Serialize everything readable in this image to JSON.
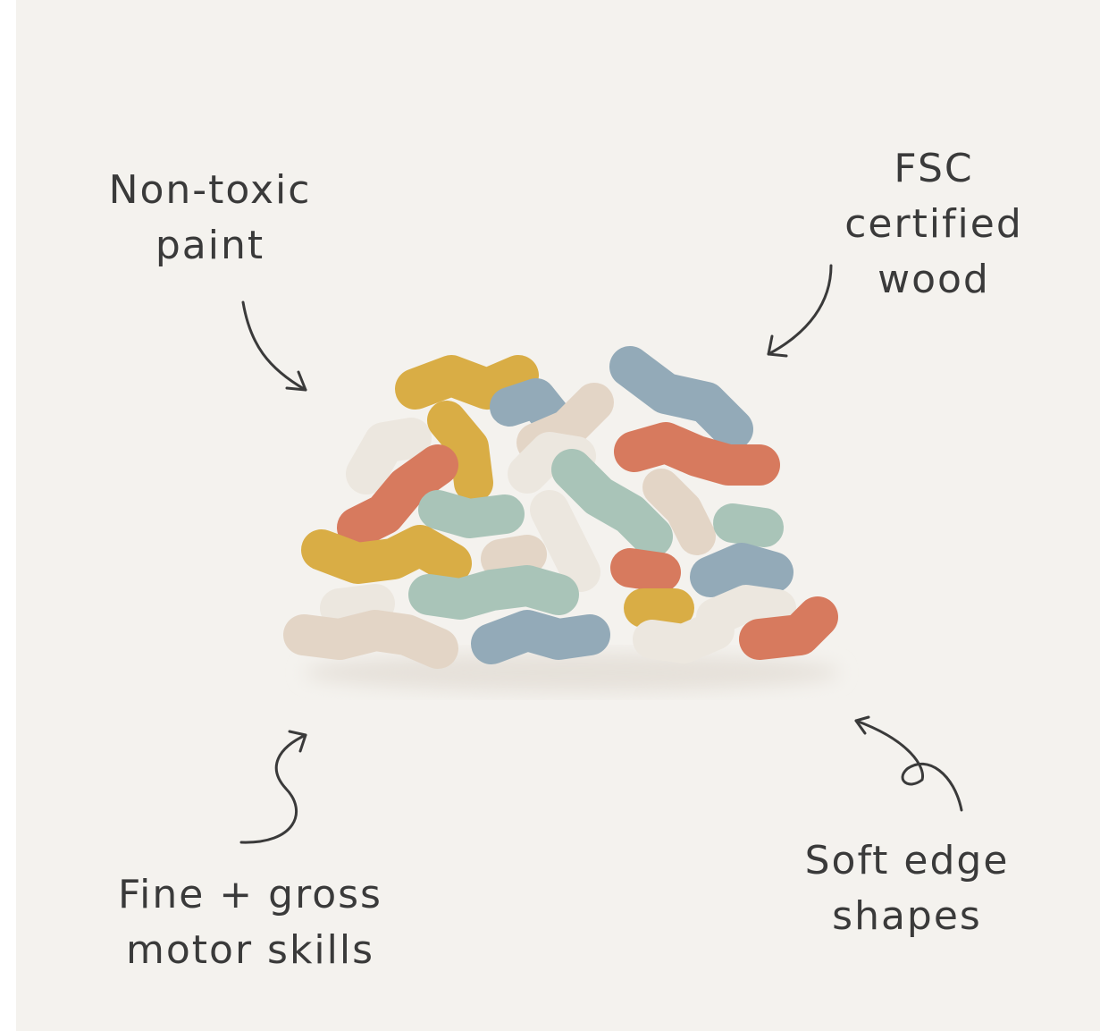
{
  "callouts": {
    "non_toxic": {
      "line1": "Non-toxic",
      "line2": "paint"
    },
    "fsc": {
      "line1": "FSC",
      "line2": "certified",
      "line3": "wood"
    },
    "motor": {
      "line1": "Fine + gross",
      "line2": "motor skills"
    },
    "soft": {
      "line1": "Soft edge",
      "line2": "shapes"
    }
  },
  "colors": {
    "background": "#f4f2ee",
    "ink": "#3a3a3a",
    "mustard": "#d9ad45",
    "terracotta": "#d77a5e",
    "sage": "#a9c4b8",
    "dusty_blue": "#93aab8",
    "sand": "#e3d5c6",
    "cream": "#ece7df"
  }
}
